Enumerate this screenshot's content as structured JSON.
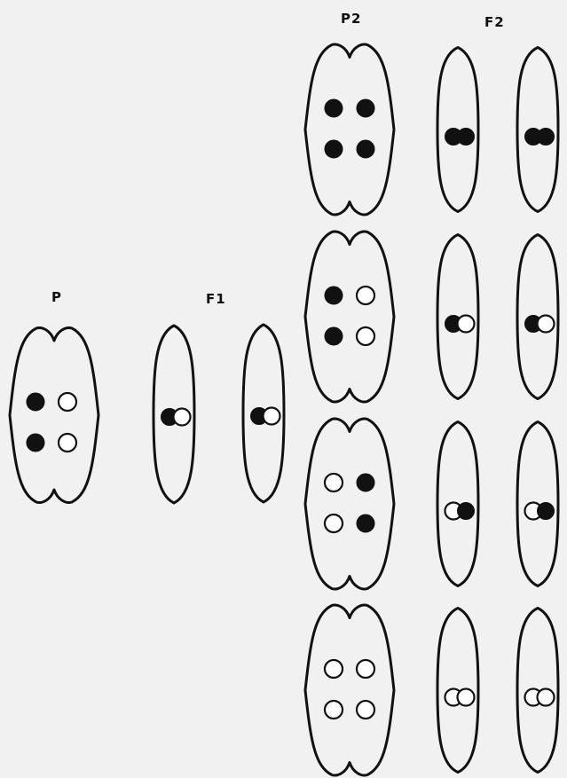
{
  "labels": {
    "p": "P",
    "f1": "F1",
    "p2": "P2",
    "f2": "F2"
  },
  "colors": {
    "background": "#f1f1f1",
    "ink": "#111111",
    "open_fill": "#ffffff"
  },
  "genotypes": {
    "parent": [
      "filled",
      "open",
      "filled",
      "open"
    ],
    "f1_cells": [
      [
        "filled",
        "open"
      ],
      [
        "filled",
        "open"
      ]
    ],
    "p2_rows": [
      {
        "cell": [
          "filled",
          "filled",
          "filled",
          "filled"
        ],
        "gametes": [
          [
            "filled",
            "filled"
          ],
          [
            "filled",
            "filled"
          ]
        ]
      },
      {
        "cell": [
          "filled",
          "open",
          "filled",
          "open"
        ],
        "gametes": [
          [
            "filled",
            "open"
          ],
          [
            "filled",
            "open"
          ]
        ]
      },
      {
        "cell": [
          "open",
          "filled",
          "open",
          "filled"
        ],
        "gametes": [
          [
            "open",
            "filled"
          ],
          [
            "open",
            "filled"
          ]
        ]
      },
      {
        "cell": [
          "open",
          "open",
          "open",
          "open"
        ],
        "gametes": [
          [
            "open",
            "open"
          ],
          [
            "open",
            "open"
          ]
        ]
      }
    ]
  }
}
